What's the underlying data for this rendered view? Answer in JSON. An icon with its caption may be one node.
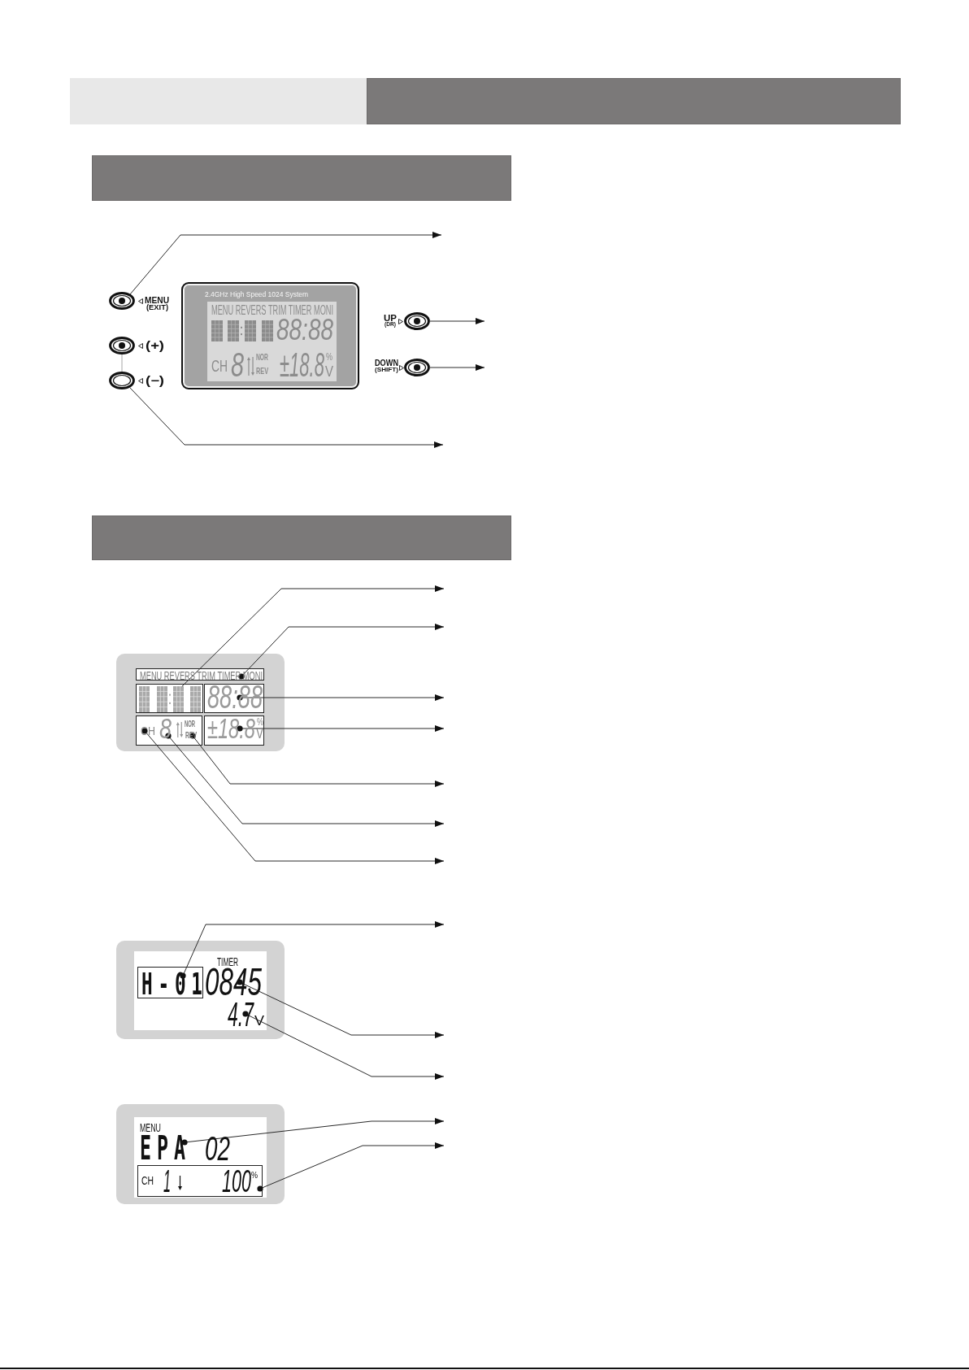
{
  "diagram": {
    "nodes": [
      {
        "text": [],
        "shape": "ellipse",
        "beside": [
          "MENU",
          "(EXIT)"
        ]
      },
      {
        "text": [],
        "shape": "ellipse",
        "beside": [
          "(+)"
        ]
      },
      {
        "text": [],
        "shape": "ellipse",
        "beside": [
          "(−)"
        ]
      },
      {
        "text": [
          "2.4GHz High Speed 1024 System"
        ]
      },
      {
        "text": [
          "MENU REVERS TRIM TIMER MONI",
          "88:88",
          "CH",
          "8",
          "NOR",
          "REV",
          "±18.8",
          "%",
          "V"
        ],
        "in": 3
      },
      {
        "text": [],
        "shape": "ellipse",
        "beside": [
          "UP",
          "(DR)"
        ]
      },
      {
        "text": [],
        "shape": "ellipse",
        "beside": [
          "DOWN",
          "(SHIFT)"
        ]
      },
      {
        "text": [],
        "shape": "box"
      },
      {
        "text": [
          "MENU REVERS TRIM TIMER MONI"
        ],
        "in": 7
      },
      {
        "text": [],
        "shape": "box",
        "in": 7
      },
      {
        "text": [
          "88:88"
        ],
        "in": 7
      },
      {
        "text": [],
        "shape": "box",
        "in": 7
      },
      {
        "text": [
          "CH"
        ],
        "in": 11
      },
      {
        "text": [
          "8"
        ],
        "in": 11
      },
      {
        "text": [
          "REV"
        ],
        "in": 11
      },
      {
        "text": [
          "±18.8",
          "%",
          "V"
        ],
        "in": 7
      },
      {
        "text": [
          "TIMER"
        ]
      },
      {
        "text": [
          "H-01"
        ],
        "in": 16
      },
      {
        "text": [
          "0845"
        ],
        "in": 16
      },
      {
        "text": [
          "4.7",
          "V"
        ],
        "in": 16
      },
      {
        "text": [
          "MENU",
          "02"
        ]
      },
      {
        "text": [
          "EPA"
        ],
        "in": 20
      },
      {
        "text": [
          "CH",
          "1",
          "100",
          "%"
        ],
        "in": 20
      }
    ],
    "edges": [
      {
        "from": 0,
        "to": null,
        "arrow": "to"
      },
      {
        "from": 1,
        "to": 2,
        "arrow": "none",
        "color": "#c8c8c8"
      },
      {
        "from": 2,
        "to": null,
        "arrow": "to"
      },
      {
        "from": 5,
        "to": null,
        "arrow": "to"
      },
      {
        "from": 6,
        "to": null,
        "arrow": "to"
      },
      {
        "from": 9,
        "to": null,
        "arrow": "to"
      },
      {
        "from": 8,
        "to": null,
        "arrow": "to"
      },
      {
        "from": 10,
        "to": null,
        "arrow": "to"
      },
      {
        "from": 15,
        "to": null,
        "arrow": "to"
      },
      {
        "from": 14,
        "to": null,
        "arrow": "to"
      },
      {
        "from": 13,
        "to": null,
        "arrow": "to"
      },
      {
        "from": 12,
        "to": null,
        "arrow": "to"
      },
      {
        "from": 17,
        "to": null,
        "arrow": "to"
      },
      {
        "from": 18,
        "to": null,
        "arrow": "to"
      },
      {
        "from": 19,
        "to": null,
        "arrow": "to"
      },
      {
        "from": 21,
        "to": null,
        "arrow": "to"
      },
      {
        "from": 22,
        "to": null,
        "arrow": "to"
      }
    ],
    "labels": [
      "NOR"
    ]
  }
}
